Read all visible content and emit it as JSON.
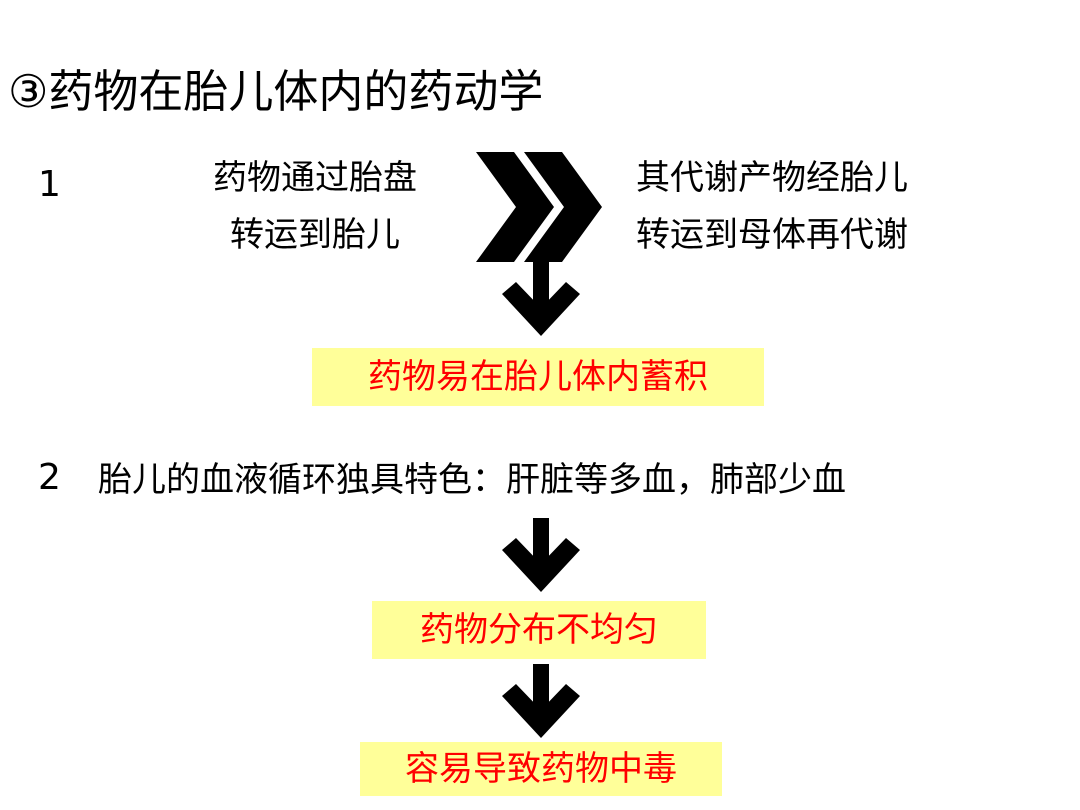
{
  "title": "③药物在胎儿体内的药动学",
  "section1": {
    "number": "1",
    "left_line1": "药物通过胎盘",
    "left_line2": "转运到胎儿",
    "right_line1": "其代谢产物经胎儿",
    "right_line2": "转运到母体再代谢",
    "result": "药物易在胎儿体内蓄积"
  },
  "section2": {
    "number": "2",
    "text": "胎儿的血液循环独具特色：肝脏等多血，肺部少血",
    "result1": "药物分布不均匀",
    "result2": "容易导致药物中毒"
  },
  "colors": {
    "highlight_fill": "#ffff99",
    "highlight_text": "#ff0000",
    "text": "#000000"
  }
}
